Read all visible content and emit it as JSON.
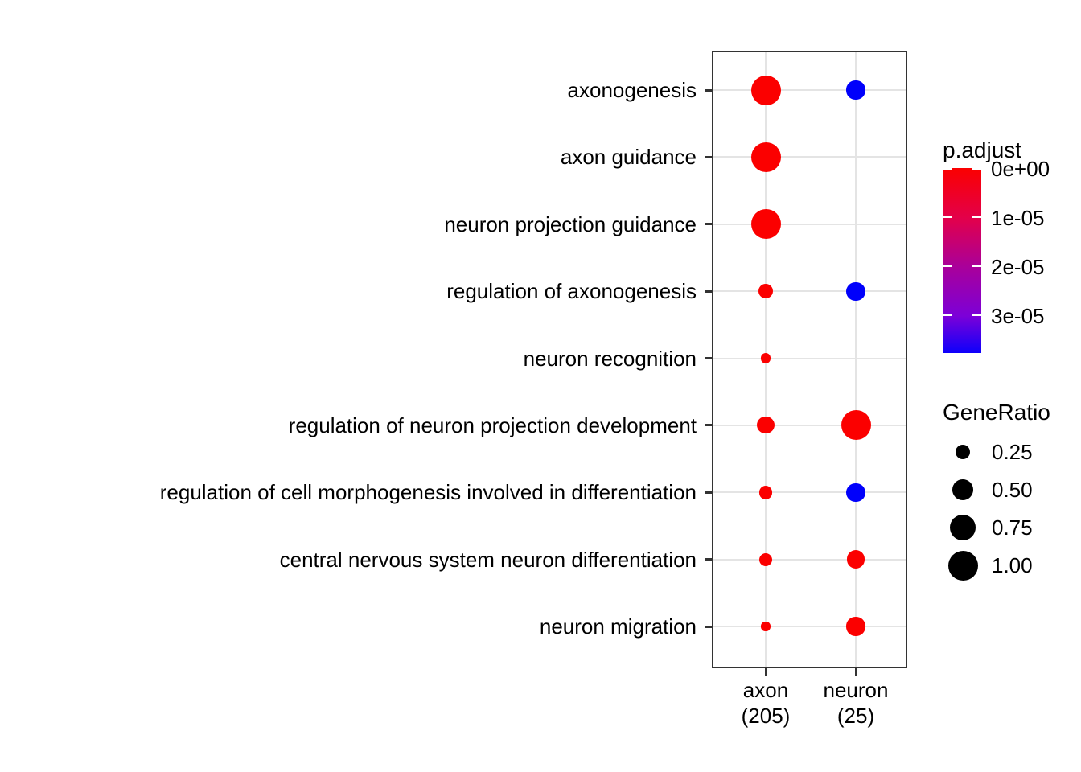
{
  "figure": {
    "background": "#ffffff"
  },
  "chart_data": {
    "type": "scatter",
    "subtype": "enrichment-dotplot",
    "title": "",
    "xlabel": "",
    "ylabel": "",
    "grid": true,
    "panel_border": true,
    "colors": {
      "red": "#fb0000",
      "blue": "#0000fb",
      "grid": "#e4e4e4",
      "axis": "#333333",
      "text": "#000000"
    },
    "x_categories": [
      {
        "label": "axon",
        "size_label": "(205)"
      },
      {
        "label": "neuron",
        "size_label": "(25)"
      }
    ],
    "rows": [
      {
        "term": "axonogenesis",
        "points": [
          {
            "cluster": "axon",
            "gene_ratio": 1.0,
            "color": "red"
          },
          {
            "cluster": "neuron",
            "gene_ratio": 0.4,
            "color": "blue"
          }
        ]
      },
      {
        "term": "axon guidance",
        "points": [
          {
            "cluster": "axon",
            "gene_ratio": 1.0,
            "color": "red"
          }
        ]
      },
      {
        "term": "neuron projection guidance",
        "points": [
          {
            "cluster": "axon",
            "gene_ratio": 1.0,
            "color": "red"
          }
        ]
      },
      {
        "term": "regulation of axonogenesis",
        "points": [
          {
            "cluster": "axon",
            "gene_ratio": 0.25,
            "color": "red"
          },
          {
            "cluster": "neuron",
            "gene_ratio": 0.4,
            "color": "blue"
          }
        ]
      },
      {
        "term": "neuron recognition",
        "points": [
          {
            "cluster": "axon",
            "gene_ratio": 0.12,
            "color": "red"
          }
        ]
      },
      {
        "term": "regulation of neuron projection development",
        "points": [
          {
            "cluster": "axon",
            "gene_ratio": 0.34,
            "color": "red"
          },
          {
            "cluster": "neuron",
            "gene_ratio": 1.0,
            "color": "red"
          }
        ]
      },
      {
        "term": "regulation of cell morphogenesis involved in differentiation",
        "points": [
          {
            "cluster": "axon",
            "gene_ratio": 0.22,
            "color": "red"
          },
          {
            "cluster": "neuron",
            "gene_ratio": 0.4,
            "color": "blue"
          }
        ]
      },
      {
        "term": "central nervous system neuron differentiation",
        "points": [
          {
            "cluster": "axon",
            "gene_ratio": 0.2,
            "color": "red"
          },
          {
            "cluster": "neuron",
            "gene_ratio": 0.38,
            "color": "red"
          }
        ]
      },
      {
        "term": "neuron migration",
        "points": [
          {
            "cluster": "axon",
            "gene_ratio": 0.1,
            "color": "red"
          },
          {
            "cluster": "neuron",
            "gene_ratio": 0.4,
            "color": "red"
          }
        ]
      }
    ],
    "legends": {
      "color": {
        "title": "p.adjust",
        "low_color": "#fb0000",
        "high_color": "#0000fb",
        "gradient_stops": [
          {
            "pos": 0,
            "color": "#fb0000"
          },
          {
            "pos": 27,
            "color": "#e3004a"
          },
          {
            "pos": 53,
            "color": "#aa0099"
          },
          {
            "pos": 80,
            "color": "#7c00d8"
          },
          {
            "pos": 100,
            "color": "#0d00fb"
          }
        ],
        "ticks": [
          {
            "label": "0e+00",
            "frac": 0.0
          },
          {
            "label": "1e-05",
            "frac": 0.265
          },
          {
            "label": "2e-05",
            "frac": 0.53
          },
          {
            "label": "3e-05",
            "frac": 0.795
          }
        ]
      },
      "size": {
        "title": "GeneRatio",
        "entries": [
          {
            "label": "0.25",
            "value": 0.25
          },
          {
            "label": "0.50",
            "value": 0.5
          },
          {
            "label": "0.75",
            "value": 0.75
          },
          {
            "label": "1.00",
            "value": 1.0
          }
        ]
      }
    }
  }
}
